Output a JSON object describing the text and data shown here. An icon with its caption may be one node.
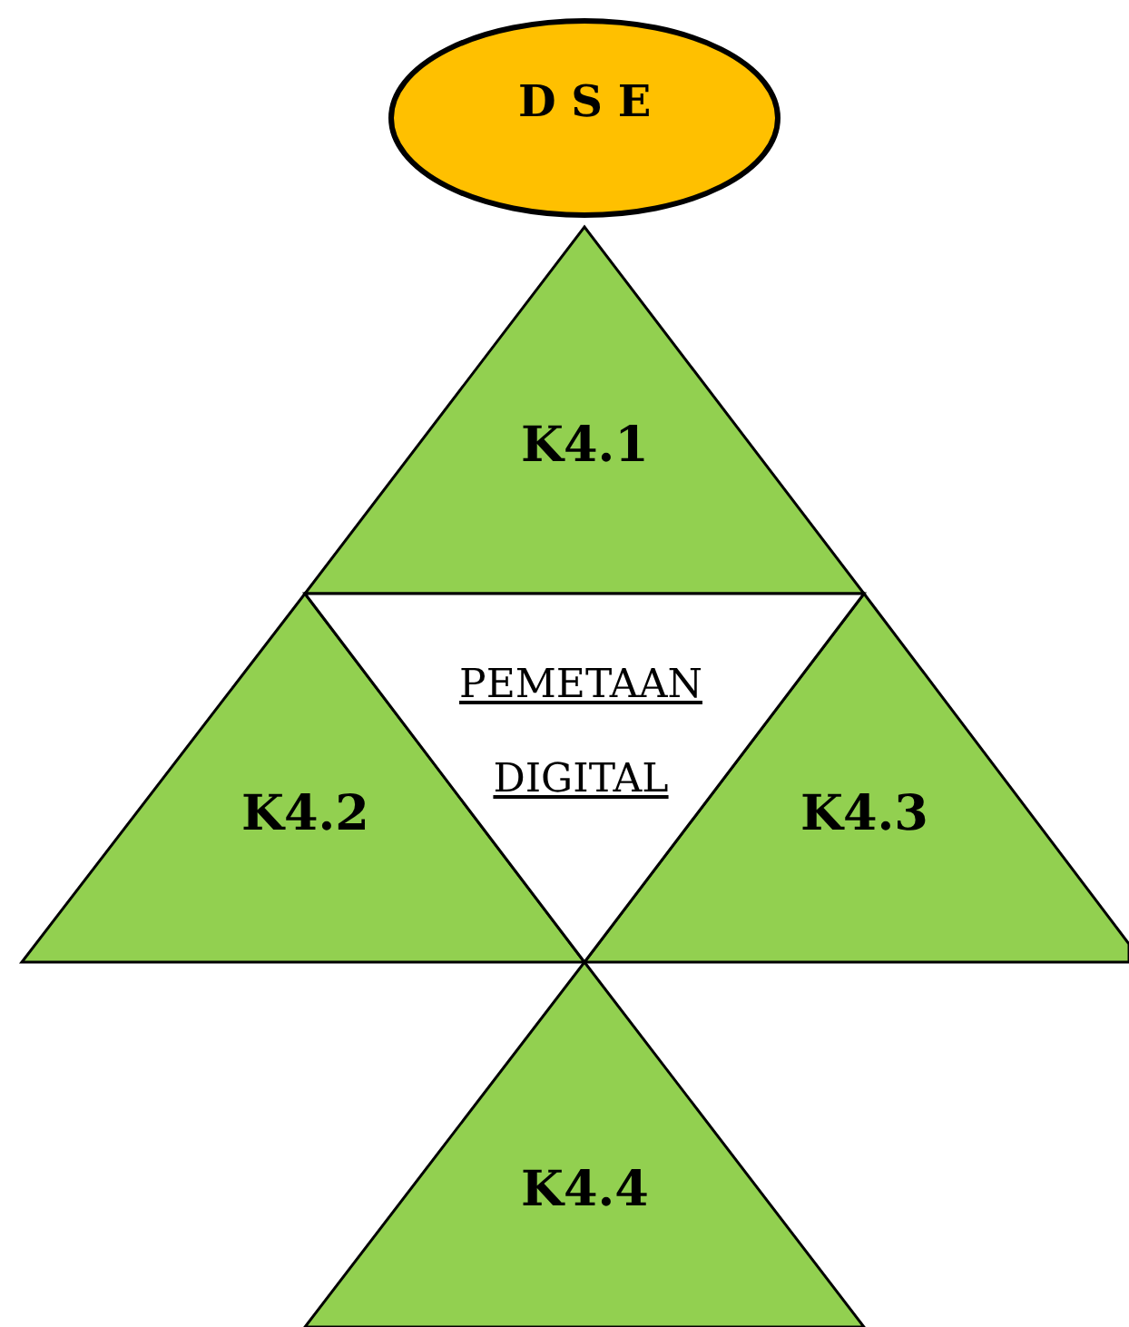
{
  "diagram": {
    "nodes": [
      {
        "text": [
          "D S E"
        ]
      },
      {
        "text": [
          "K4.1"
        ]
      },
      {
        "text": [
          "K4.2"
        ]
      },
      {
        "text": [
          "PEMETAAN DIGITAL"
        ]
      },
      {
        "text": [
          "K4.3"
        ]
      },
      {
        "text": [
          "K4.4"
        ]
      }
    ]
  }
}
